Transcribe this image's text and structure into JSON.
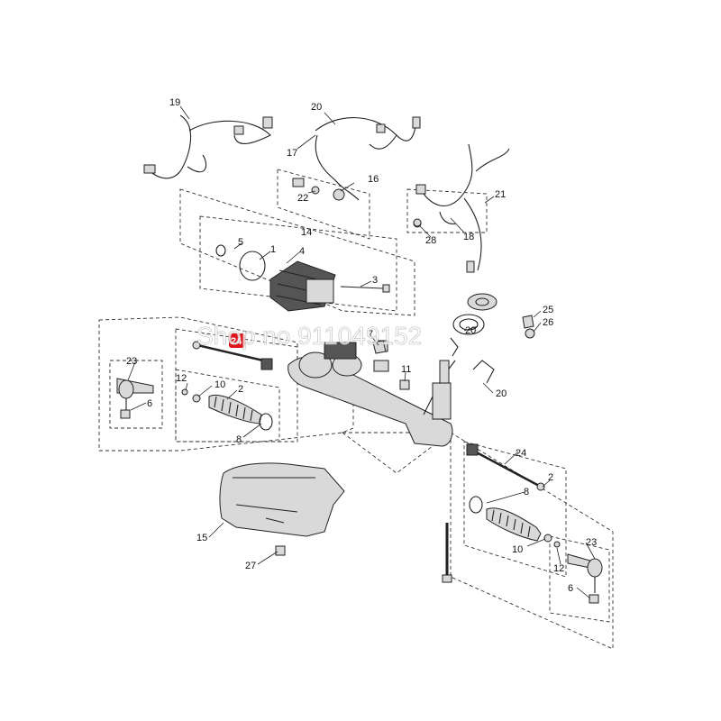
{
  "watermark": "Shop no 911049152",
  "highlight_label": "24",
  "callouts": [
    {
      "id": "c19",
      "text": "19"
    },
    {
      "id": "c20a",
      "text": "20"
    },
    {
      "id": "c17",
      "text": "17"
    },
    {
      "id": "c16",
      "text": "16"
    },
    {
      "id": "c22",
      "text": "22"
    },
    {
      "id": "c21",
      "text": "21"
    },
    {
      "id": "c18",
      "text": "18"
    },
    {
      "id": "c28",
      "text": "28"
    },
    {
      "id": "c14",
      "text": "14"
    },
    {
      "id": "c5",
      "text": "5"
    },
    {
      "id": "c1",
      "text": "1"
    },
    {
      "id": "c4",
      "text": "4"
    },
    {
      "id": "c3",
      "text": "3"
    },
    {
      "id": "c25",
      "text": "25"
    },
    {
      "id": "c26",
      "text": "26"
    },
    {
      "id": "c20b",
      "text": "20"
    },
    {
      "id": "c7",
      "text": "7"
    },
    {
      "id": "c11",
      "text": "11"
    },
    {
      "id": "c20c",
      "text": "20"
    },
    {
      "id": "c23a",
      "text": "23"
    },
    {
      "id": "c6a",
      "text": "6"
    },
    {
      "id": "c12a",
      "text": "12"
    },
    {
      "id": "c10a",
      "text": "10"
    },
    {
      "id": "c2a",
      "text": "2"
    },
    {
      "id": "c8a",
      "text": "8"
    },
    {
      "id": "c24b",
      "text": "24"
    },
    {
      "id": "c2b",
      "text": "2"
    },
    {
      "id": "c8b",
      "text": "8"
    },
    {
      "id": "c10b",
      "text": "10"
    },
    {
      "id": "c12b",
      "text": "12"
    },
    {
      "id": "c23b",
      "text": "23"
    },
    {
      "id": "c6b",
      "text": "6"
    },
    {
      "id": "c15",
      "text": "15"
    },
    {
      "id": "c27",
      "text": "27"
    }
  ]
}
